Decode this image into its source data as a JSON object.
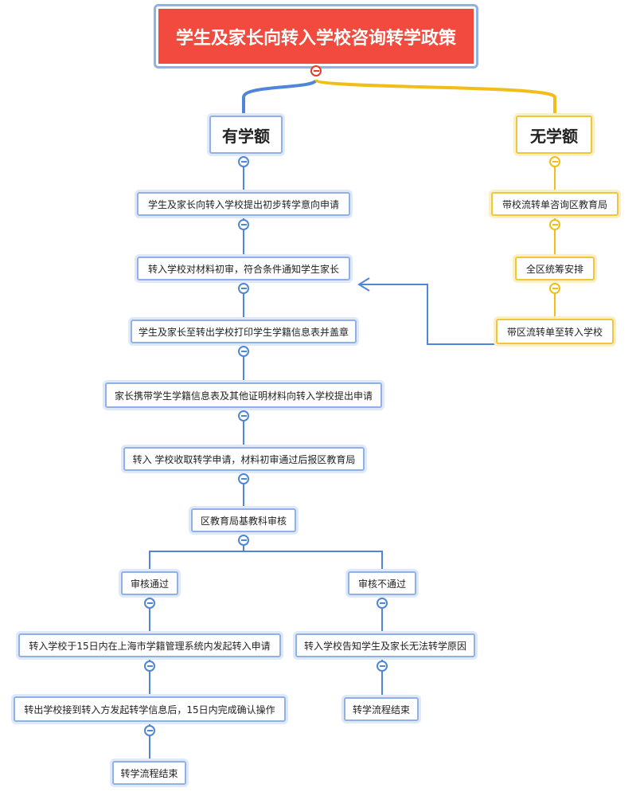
{
  "root": {
    "label": "学生及家长向转入学校咨询转学政策"
  },
  "branches": {
    "has_quota": {
      "label": "有学额"
    },
    "no_quota": {
      "label": "无学额"
    }
  },
  "steps_has_quota": [
    "学生及家长向转入学校提出初步转学意向申请",
    "转入学校对材料初审，符合条件通知学生家长",
    "学生及家长至转出学校打印学生学籍信息表并盖章",
    "家长携带学生学籍信息表及其他证明材料向转入学校提出申请",
    "转入 学校收取转学申请，材料初审通过后报区教育局",
    "区教育局基教科审核"
  ],
  "steps_no_quota": [
    "带校流转单咨询区教育局",
    "全区统筹安排",
    "带区流转单至转入学校"
  ],
  "review": {
    "pass": {
      "label": "审核通过",
      "steps": [
        "转入学校于15日内在上海市学籍管理系统内发起转入申请",
        "转出学校接到转入方发起转学信息后，15日内完成确认操作",
        "转学流程结束"
      ]
    },
    "fail": {
      "label": "审核不通过",
      "steps": [
        "转入学校告知学生及家长无法转学原因",
        "转学流程结束"
      ]
    }
  },
  "colors": {
    "root_fill": "#f24a3e",
    "blue_branch": "#4f86d8",
    "yellow_branch": "#f2bc1a",
    "node_border_blue": "#8fb1e6",
    "node_border_yellow": "#f0c63c"
  }
}
